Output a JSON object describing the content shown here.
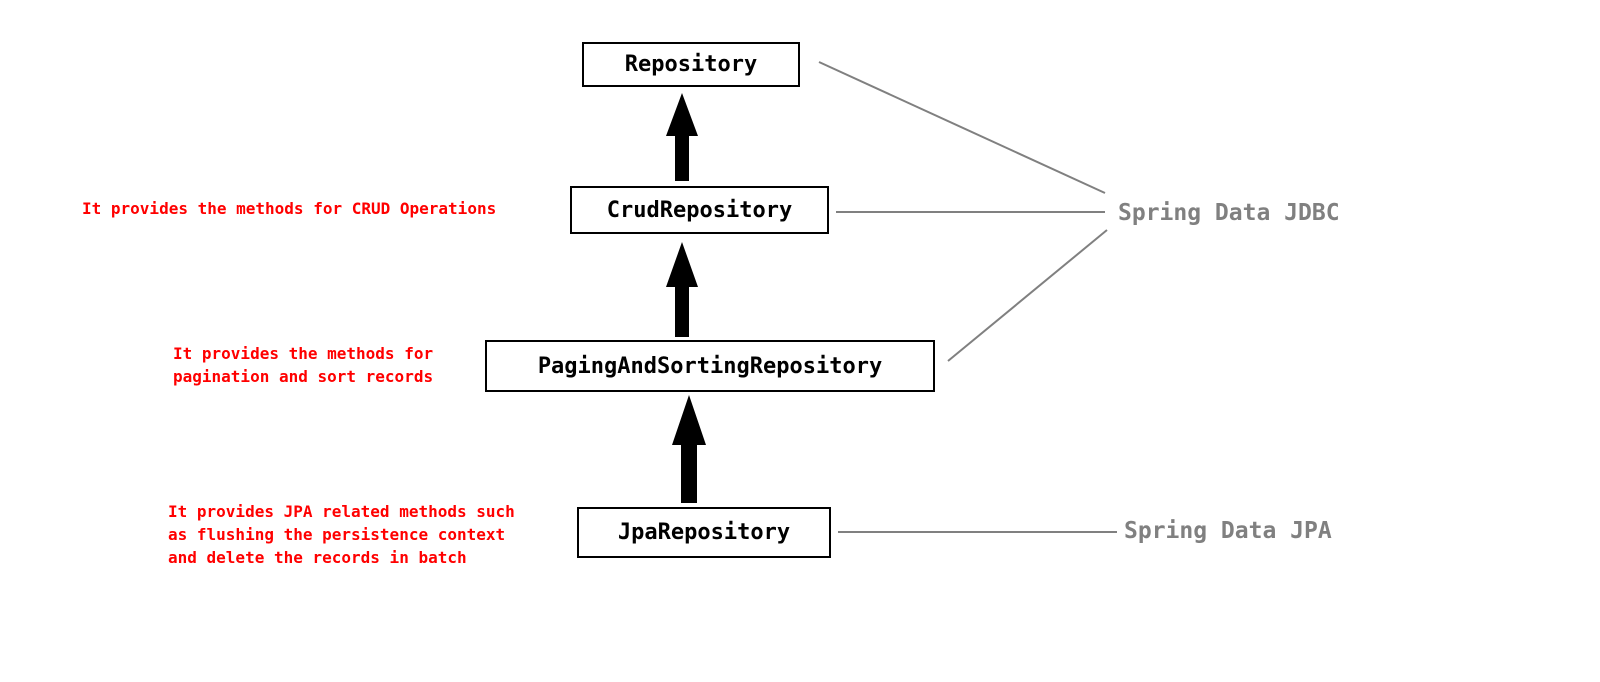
{
  "diagram": {
    "boxes": {
      "repository": "Repository",
      "crud": "CrudRepository",
      "paging": "PagingAndSortingRepository",
      "jpa": "JpaRepository"
    },
    "notes": {
      "crud": "It provides the methods for CRUD Operations",
      "paging": "It provides the methods for\npagination and sort records",
      "jpa": "It provides JPA related methods such\nas flushing the persistence context\nand delete the records in batch"
    },
    "implementations": {
      "jdbc": "Spring Data JDBC",
      "jpa": "Spring Data JPA"
    },
    "colors": {
      "note_text": "#ff0000",
      "implementation_text": "#808080",
      "arrows": "#000000",
      "connectors": "#808080"
    }
  }
}
